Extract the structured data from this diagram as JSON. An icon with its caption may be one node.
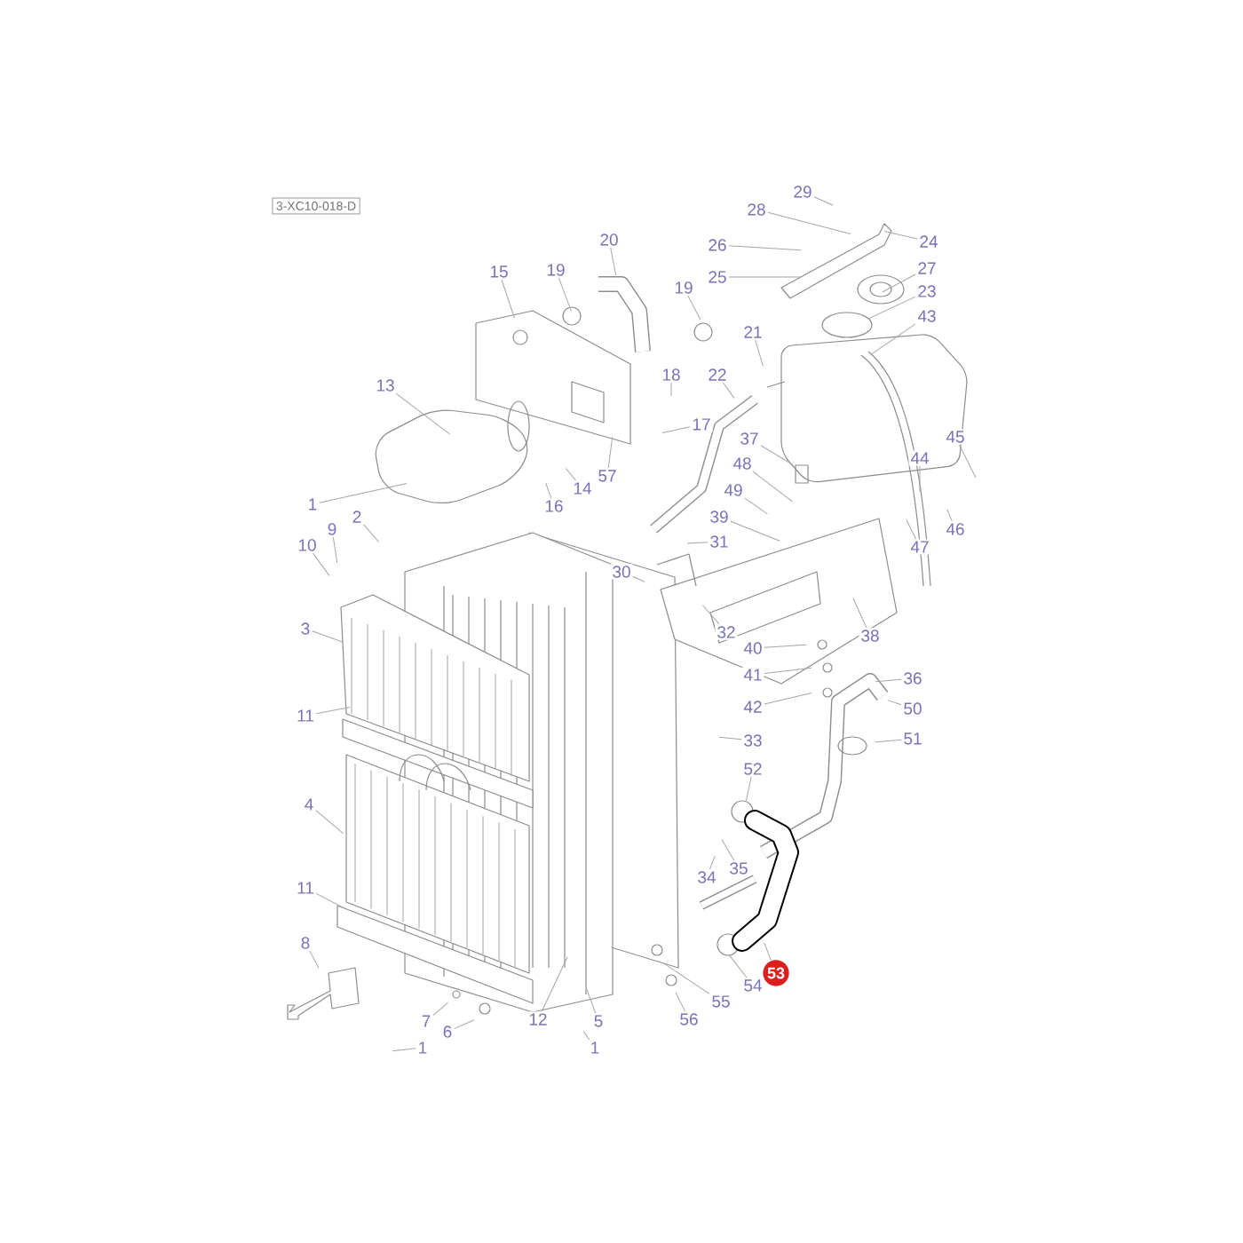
{
  "diagram": {
    "nodes": [
      {
        "text": [
          "29"
        ]
      },
      {
        "text": [
          "28"
        ]
      },
      {
        "text": [
          "26"
        ]
      },
      {
        "text": [
          "25"
        ]
      },
      {
        "text": [
          "24"
        ]
      },
      {
        "text": [
          "20"
        ]
      },
      {
        "text": [
          "15"
        ]
      },
      {
        "text": [
          "19"
        ]
      },
      {
        "text": [
          "19"
        ]
      },
      {
        "text": [
          "27"
        ]
      },
      {
        "text": [
          "23"
        ]
      },
      {
        "text": [
          "43"
        ]
      },
      {
        "text": [
          "21"
        ]
      },
      {
        "text": [
          "18"
        ]
      },
      {
        "text": [
          "22"
        ]
      },
      {
        "text": [
          "17"
        ]
      },
      {
        "text": [
          "13"
        ]
      },
      {
        "text": [
          "57"
        ]
      },
      {
        "text": [
          "14"
        ]
      },
      {
        "text": [
          "16"
        ]
      },
      {
        "text": [
          "37"
        ]
      },
      {
        "text": [
          "48"
        ]
      },
      {
        "text": [
          "45"
        ]
      },
      {
        "text": [
          "44"
        ]
      },
      {
        "text": [
          "49"
        ]
      },
      {
        "text": [
          "39"
        ]
      },
      {
        "text": [
          "46"
        ]
      },
      {
        "text": [
          "47"
        ]
      },
      {
        "text": [
          "31"
        ]
      },
      {
        "text": [
          "30"
        ]
      },
      {
        "text": [
          "1"
        ]
      },
      {
        "text": [
          "2"
        ]
      },
      {
        "text": [
          "9"
        ]
      },
      {
        "text": [
          "10"
        ]
      },
      {
        "text": [
          "32"
        ]
      },
      {
        "text": [
          "38"
        ]
      },
      {
        "text": [
          "40"
        ]
      },
      {
        "text": [
          "41"
        ]
      },
      {
        "text": [
          "42"
        ]
      },
      {
        "text": [
          "36"
        ]
      },
      {
        "text": [
          "50"
        ]
      },
      {
        "text": [
          "51"
        ]
      },
      {
        "text": [
          "33"
        ]
      },
      {
        "text": [
          "3"
        ]
      },
      {
        "text": [
          "11"
        ]
      },
      {
        "text": [
          "4"
        ]
      },
      {
        "text": [
          "11"
        ]
      },
      {
        "text": [
          "8"
        ]
      },
      {
        "text": [
          "52"
        ]
      },
      {
        "text": [
          "34"
        ]
      },
      {
        "text": [
          "35"
        ]
      },
      {
        "text": [
          "53"
        ]
      },
      {
        "text": [
          "54"
        ]
      },
      {
        "text": [
          "55"
        ]
      },
      {
        "text": [
          "56"
        ]
      },
      {
        "text": [
          "12"
        ]
      },
      {
        "text": [
          "5"
        ]
      },
      {
        "text": [
          "1"
        ]
      },
      {
        "text": [
          "7"
        ]
      },
      {
        "text": [
          "6"
        ]
      },
      {
        "text": [
          "1"
        ]
      }
    ],
    "edges": [
      {
        "from": 0,
        "to": null,
        "arrow": "none"
      },
      {
        "from": 1,
        "to": null,
        "arrow": "none"
      },
      {
        "from": 2,
        "to": null,
        "arrow": "none"
      },
      {
        "from": 3,
        "to": null,
        "arrow": "none"
      },
      {
        "from": 4,
        "to": null,
        "arrow": "none"
      },
      {
        "from": 5,
        "to": null,
        "arrow": "none"
      },
      {
        "from": 6,
        "to": null,
        "arrow": "none"
      },
      {
        "from": 7,
        "to": null,
        "arrow": "none"
      },
      {
        "from": 8,
        "to": null,
        "arrow": "none"
      },
      {
        "from": 9,
        "to": null,
        "arrow": "none"
      },
      {
        "from": 10,
        "to": null,
        "arrow": "none"
      },
      {
        "from": 11,
        "to": null,
        "arrow": "none"
      },
      {
        "from": 12,
        "to": null,
        "arrow": "none"
      },
      {
        "from": 13,
        "to": null,
        "arrow": "none"
      },
      {
        "from": 14,
        "to": null,
        "arrow": "none"
      },
      {
        "from": 15,
        "to": null,
        "arrow": "none"
      },
      {
        "from": 16,
        "to": null,
        "arrow": "none"
      },
      {
        "from": 17,
        "to": null,
        "arrow": "none"
      },
      {
        "from": 18,
        "to": null,
        "arrow": "none"
      },
      {
        "from": 19,
        "to": null,
        "arrow": "none"
      },
      {
        "from": 20,
        "to": null,
        "arrow": "none"
      },
      {
        "from": 21,
        "to": null,
        "arrow": "none"
      },
      {
        "from": 22,
        "to": null,
        "arrow": "none"
      },
      {
        "from": 23,
        "to": null,
        "arrow": "none"
      },
      {
        "from": 24,
        "to": null,
        "arrow": "none"
      },
      {
        "from": 25,
        "to": null,
        "arrow": "none"
      },
      {
        "from": 26,
        "to": null,
        "arrow": "none"
      },
      {
        "from": 27,
        "to": null,
        "arrow": "none"
      },
      {
        "from": 28,
        "to": null,
        "arrow": "none"
      },
      {
        "from": 29,
        "to": null,
        "arrow": "none"
      },
      {
        "from": 30,
        "to": null,
        "arrow": "none"
      },
      {
        "from": 31,
        "to": null,
        "arrow": "none"
      },
      {
        "from": 32,
        "to": null,
        "arrow": "none"
      },
      {
        "from": 33,
        "to": null,
        "arrow": "none"
      },
      {
        "from": 34,
        "to": null,
        "arrow": "none"
      },
      {
        "from": 35,
        "to": null,
        "arrow": "none"
      },
      {
        "from": 36,
        "to": null,
        "arrow": "none"
      },
      {
        "from": 37,
        "to": null,
        "arrow": "none"
      },
      {
        "from": 38,
        "to": null,
        "arrow": "none"
      },
      {
        "from": 39,
        "to": null,
        "arrow": "none"
      },
      {
        "from": 40,
        "to": null,
        "arrow": "none"
      },
      {
        "from": 41,
        "to": null,
        "arrow": "none"
      },
      {
        "from": 42,
        "to": null,
        "arrow": "none"
      },
      {
        "from": 43,
        "to": null,
        "arrow": "none"
      },
      {
        "from": 44,
        "to": null,
        "arrow": "none"
      },
      {
        "from": 45,
        "to": null,
        "arrow": "none"
      },
      {
        "from": 46,
        "to": null,
        "arrow": "none"
      },
      {
        "from": 47,
        "to": null,
        "arrow": "none"
      },
      {
        "from": 48,
        "to": null,
        "arrow": "none"
      },
      {
        "from": 49,
        "to": null,
        "arrow": "none"
      },
      {
        "from": 50,
        "to": null,
        "arrow": "none"
      },
      {
        "from": 51,
        "to": null,
        "arrow": "none"
      },
      {
        "from": 52,
        "to": null,
        "arrow": "none"
      },
      {
        "from": 53,
        "to": null,
        "arrow": "none"
      },
      {
        "from": 54,
        "to": null,
        "arrow": "none"
      },
      {
        "from": 55,
        "to": null,
        "arrow": "none"
      },
      {
        "from": 56,
        "to": null,
        "arrow": "none"
      },
      {
        "from": 57,
        "to": null,
        "arrow": "none"
      },
      {
        "from": 58,
        "to": null,
        "arrow": "none"
      },
      {
        "from": 59,
        "to": null,
        "arrow": "none"
      },
      {
        "from": 60,
        "to": null,
        "arrow": "none"
      }
    ],
    "labels": [
      "3-XC10-018-D"
    ]
  }
}
